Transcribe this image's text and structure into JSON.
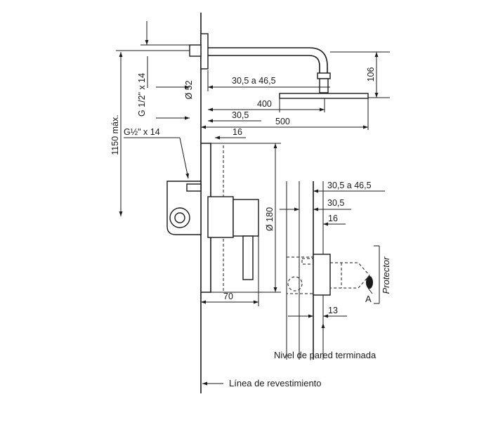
{
  "dimensions": {
    "range_main": "30,5 a 46,5",
    "arm_length": "400",
    "wall_30": "30,5",
    "total_500": "500",
    "depth_16": "16",
    "height_106": "106",
    "height_1150": "1150 máx.",
    "thread_top": "G 1/2\" x 14",
    "diam_52": "Ø 52",
    "thread_valve": "G½\" x 14",
    "diam_180": "Ø 180",
    "depth_70": "70",
    "detail_range": "30,5 a 46,5",
    "detail_30": "30,5",
    "detail_16": "16",
    "detail_13": "13"
  },
  "labels": {
    "protector": "Protector",
    "point_a": "A",
    "finished_wall": "Nivel de pared terminada",
    "cladding_line": "Línea de revestimiento"
  },
  "colors": {
    "line": "#1a1a1a",
    "background": "#ffffff"
  }
}
